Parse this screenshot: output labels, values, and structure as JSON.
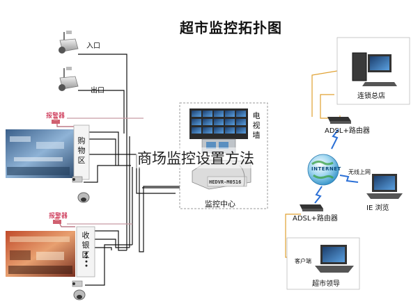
{
  "title": "超市监控拓扑图",
  "overlay_text": "商场监控设置方法",
  "cameras": {
    "entrance_label": "入口",
    "exit_label": "出口"
  },
  "zones": {
    "shopping": {
      "alarm_label": "报警器",
      "chars": [
        "购",
        "物",
        "区"
      ]
    },
    "checkout": {
      "alarm_label": "报警器",
      "chars": [
        "收",
        "银",
        "区"
      ]
    }
  },
  "control_center": {
    "label": "监控中心",
    "tv_wall_chars": [
      "电",
      "视",
      "墙"
    ],
    "dvr_model": "HEDVR-M0516"
  },
  "network": {
    "router_top_label": "ADSL+路由器",
    "router_bottom_label": "ADSL+路由器",
    "internet_label": "INTERNET",
    "wireless_label": "无线上网",
    "chain_hq_label": "连锁总店",
    "ie_label": "IE 浏览",
    "client_label": "客户端",
    "leader_label": "超市领导"
  },
  "colors": {
    "cable": "#111111",
    "network_line": "#e0a030",
    "lightning": "#2a6fd6",
    "alarm_text": "#c0002a"
  }
}
